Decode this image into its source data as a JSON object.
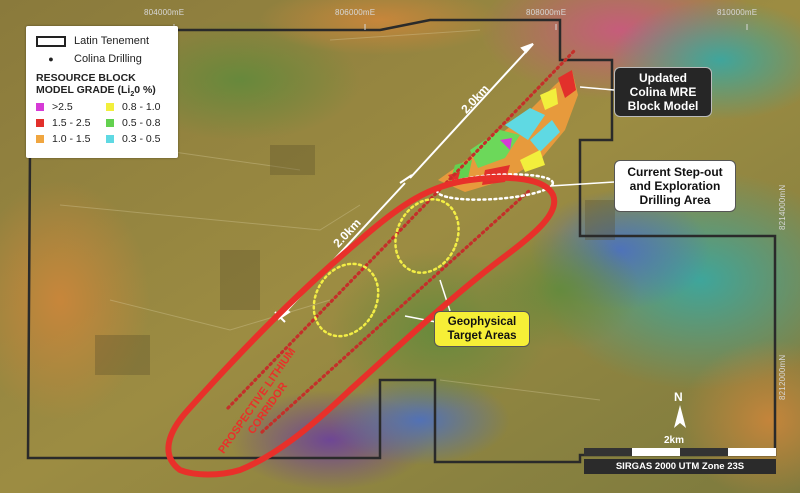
{
  "coordinates": {
    "eastings": [
      "804000mE",
      "806000mE",
      "808000mE",
      "810000mE"
    ],
    "northings": [
      "8214000mN",
      "8212000mN"
    ]
  },
  "legend": {
    "tenement_label": "Latin Tenement",
    "drilling_label": "Colina Drilling",
    "grade_title_line1": "RESOURCE BLOCK",
    "grade_title_line2": "MODEL GRADE (Li",
    "grade_title_sub": "2",
    "grade_title_end": "0 %)",
    "items": [
      {
        "label": ">2.5",
        "color": "#d63ad6"
      },
      {
        "label": "0.8 - 1.0",
        "color": "#f2ef3c"
      },
      {
        "label": "1.5 - 2.5",
        "color": "#e2302b"
      },
      {
        "label": "0.5 - 0.8",
        "color": "#63d14f"
      },
      {
        "label": "1.0 - 1.5",
        "color": "#f0a640"
      },
      {
        "label": "0.3 - 0.5",
        "color": "#5fd9e3"
      }
    ]
  },
  "callouts": {
    "mre_line1": "Updated",
    "mre_line2": "Colina MRE",
    "mre_line3": "Block Model",
    "stepout_line1": "Current Step-out",
    "stepout_line2": "and Exploration",
    "stepout_line3": "Drilling Area",
    "geo_line1": "Geophysical",
    "geo_line2": "Target Areas"
  },
  "distances": {
    "upper": "2.0km",
    "lower": "2.0km"
  },
  "corridor": {
    "line1": "PROSPECTIVE LITHIUM",
    "line2": "CORRIDOR"
  },
  "north_arrow": {
    "label": "N"
  },
  "scale_bar": {
    "label": "2km"
  },
  "projection": "SIRGAS 2000 UTM Zone 23S",
  "colors": {
    "tenement": "#2a2a2a",
    "red_outline": "#e8302a",
    "dotted_red": "#c42f2a",
    "target_dotted": "#f3ee45",
    "stepout_dotted": "#ffffff",
    "callout_dark": "#262626",
    "callout_yellow": "#f6ef37"
  }
}
